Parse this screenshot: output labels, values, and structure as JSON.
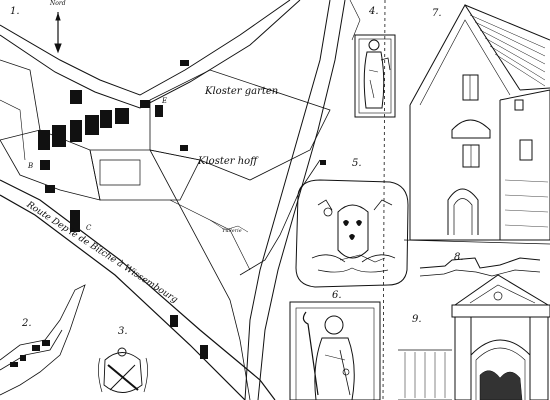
{
  "map": {
    "north": "Nord",
    "labels": {
      "kloster_garten": "Kloster garten",
      "kloster_hoff": "Kloster hoff",
      "letter_e": "E",
      "letter_b": "B",
      "letter_c": "C",
      "small_note": "Tuilerie",
      "road": "Route Dep'le de Bitche à Wissembourg"
    }
  },
  "panels": {
    "n1": "1.",
    "n2": "2.",
    "n3": "3.",
    "n4": "4.",
    "n5": "5.",
    "n6": "6.",
    "n7": "7.",
    "n8": "8.",
    "n9": "9."
  }
}
